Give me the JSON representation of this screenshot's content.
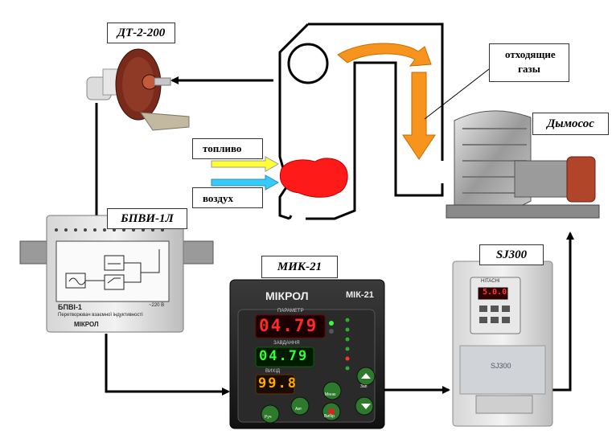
{
  "labels": {
    "dt": "ДТ-2-200",
    "bpvi": "БПВИ-1Л",
    "mik": "МИК-21",
    "sj": "SJ300",
    "fan": "Дымосос",
    "gases": "отходящие газы",
    "fuel": "топливо",
    "air": "воздух"
  },
  "bpvi_device": {
    "title": "БПВІ-1",
    "subtitle": "Перетворювач взаємної індуктивності",
    "brand": "МІКРОЛ",
    "voltage": "~220 В"
  },
  "mik_device": {
    "brand": "МІКРОЛ",
    "model": "МІК-21",
    "param_label": "ПАРАМЕТР",
    "setpoint_label": "ЗАВДАННЯ",
    "output_label": "ВИХІД",
    "display_top": "04.79",
    "display_mid": "04.79",
    "display_bottom": "99.8",
    "btn_ruch": "Руч",
    "btn_avt": "Авт",
    "btn_menu": "Меню",
    "btn_vibir": "Вибір",
    "btn_zap": "Зап"
  },
  "sj_device": {
    "brand": "HITACHI",
    "display": "5.0.0",
    "model": "SJ300"
  },
  "colors": {
    "flame": "#ff1a1a",
    "gas_arrow": "#f7941d",
    "fuel_arrow": "#ffff33",
    "air_arrow": "#33ccff",
    "display_red": "#ff2a2a",
    "display_green": "#33ff33",
    "display_amber": "#ffaa00"
  }
}
